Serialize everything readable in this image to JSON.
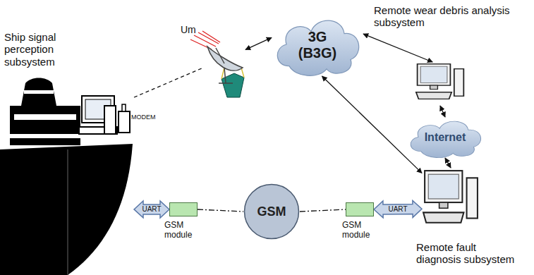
{
  "diagram": {
    "nodes": [
      {
        "text": [
          "Ship signal perception subsystem"
        ]
      },
      {
        "text": [
          "Um"
        ]
      },
      {
        "text": [
          "3G (B3G)"
        ]
      },
      {
        "text": [
          "Remote wear debris analysis subsystem"
        ]
      },
      {
        "text": [
          "Internet"
        ]
      },
      {
        "text": [
          "Remote fault diagnosis subsystem"
        ]
      },
      {
        "text": [
          "GSM module"
        ]
      },
      {
        "text": [
          "GSM"
        ]
      },
      {
        "text": [
          "GSM module"
        ]
      }
    ],
    "edges": [
      {
        "from": 0,
        "to": 1,
        "arrow": "none"
      },
      {
        "from": 1,
        "to": 2,
        "arrow": "both"
      },
      {
        "from": 2,
        "to": 3,
        "arrow": "both"
      },
      {
        "from": 3,
        "to": 4,
        "arrow": "both"
      },
      {
        "from": 4,
        "to": 5,
        "arrow": "both"
      },
      {
        "from": 2,
        "to": 5,
        "arrow": "both"
      },
      {
        "from": 0,
        "to": 6,
        "label": "UART",
        "arrow": "both"
      },
      {
        "from": 6,
        "to": 7,
        "arrow": "none"
      },
      {
        "from": 7,
        "to": 8,
        "arrow": "none"
      },
      {
        "from": 8,
        "to": 5,
        "label": "UART",
        "arrow": "both"
      }
    ],
    "labels": [
      "MODEM"
    ]
  }
}
